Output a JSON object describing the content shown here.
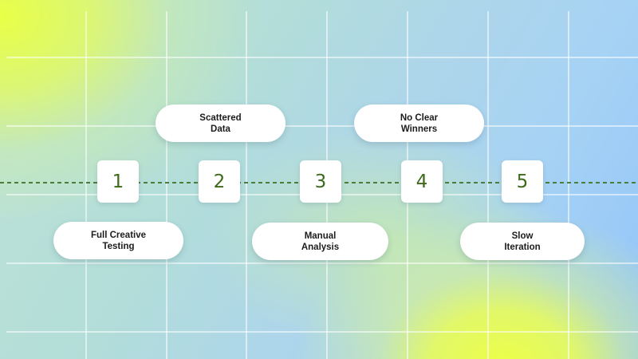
{
  "diagram": {
    "steps": [
      {
        "number": "1",
        "label": "Full Creative\nTesting",
        "position": "below"
      },
      {
        "number": "2",
        "label": "Scattered\nData",
        "position": "above"
      },
      {
        "number": "3",
        "label": "Manual\nAnalysis",
        "position": "below"
      },
      {
        "number": "4",
        "label": "No Clear\nWinners",
        "position": "above"
      },
      {
        "number": "5",
        "label": "Slow\nIteration",
        "position": "below"
      }
    ]
  },
  "colors": {
    "number_text": "#3e6a1c",
    "dashed_line": "#4a7d3a",
    "card_bg": "#ffffff",
    "label_text": "#1c1c1c"
  }
}
